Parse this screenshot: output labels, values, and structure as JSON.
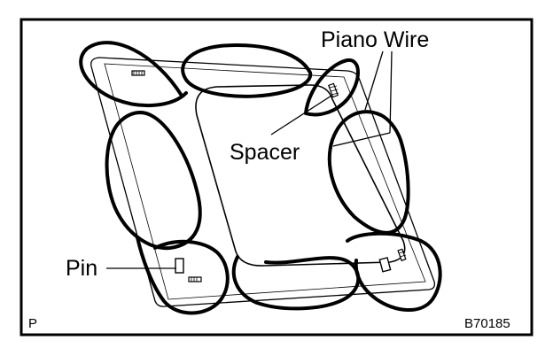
{
  "diagram": {
    "labels": {
      "piano_wire": "Piano Wire",
      "spacer": "Spacer",
      "pin": "Pin",
      "corner_letter": "P",
      "figure_code": "B70185"
    },
    "colors": {
      "ink": "#000000",
      "paper": "#ffffff"
    }
  }
}
